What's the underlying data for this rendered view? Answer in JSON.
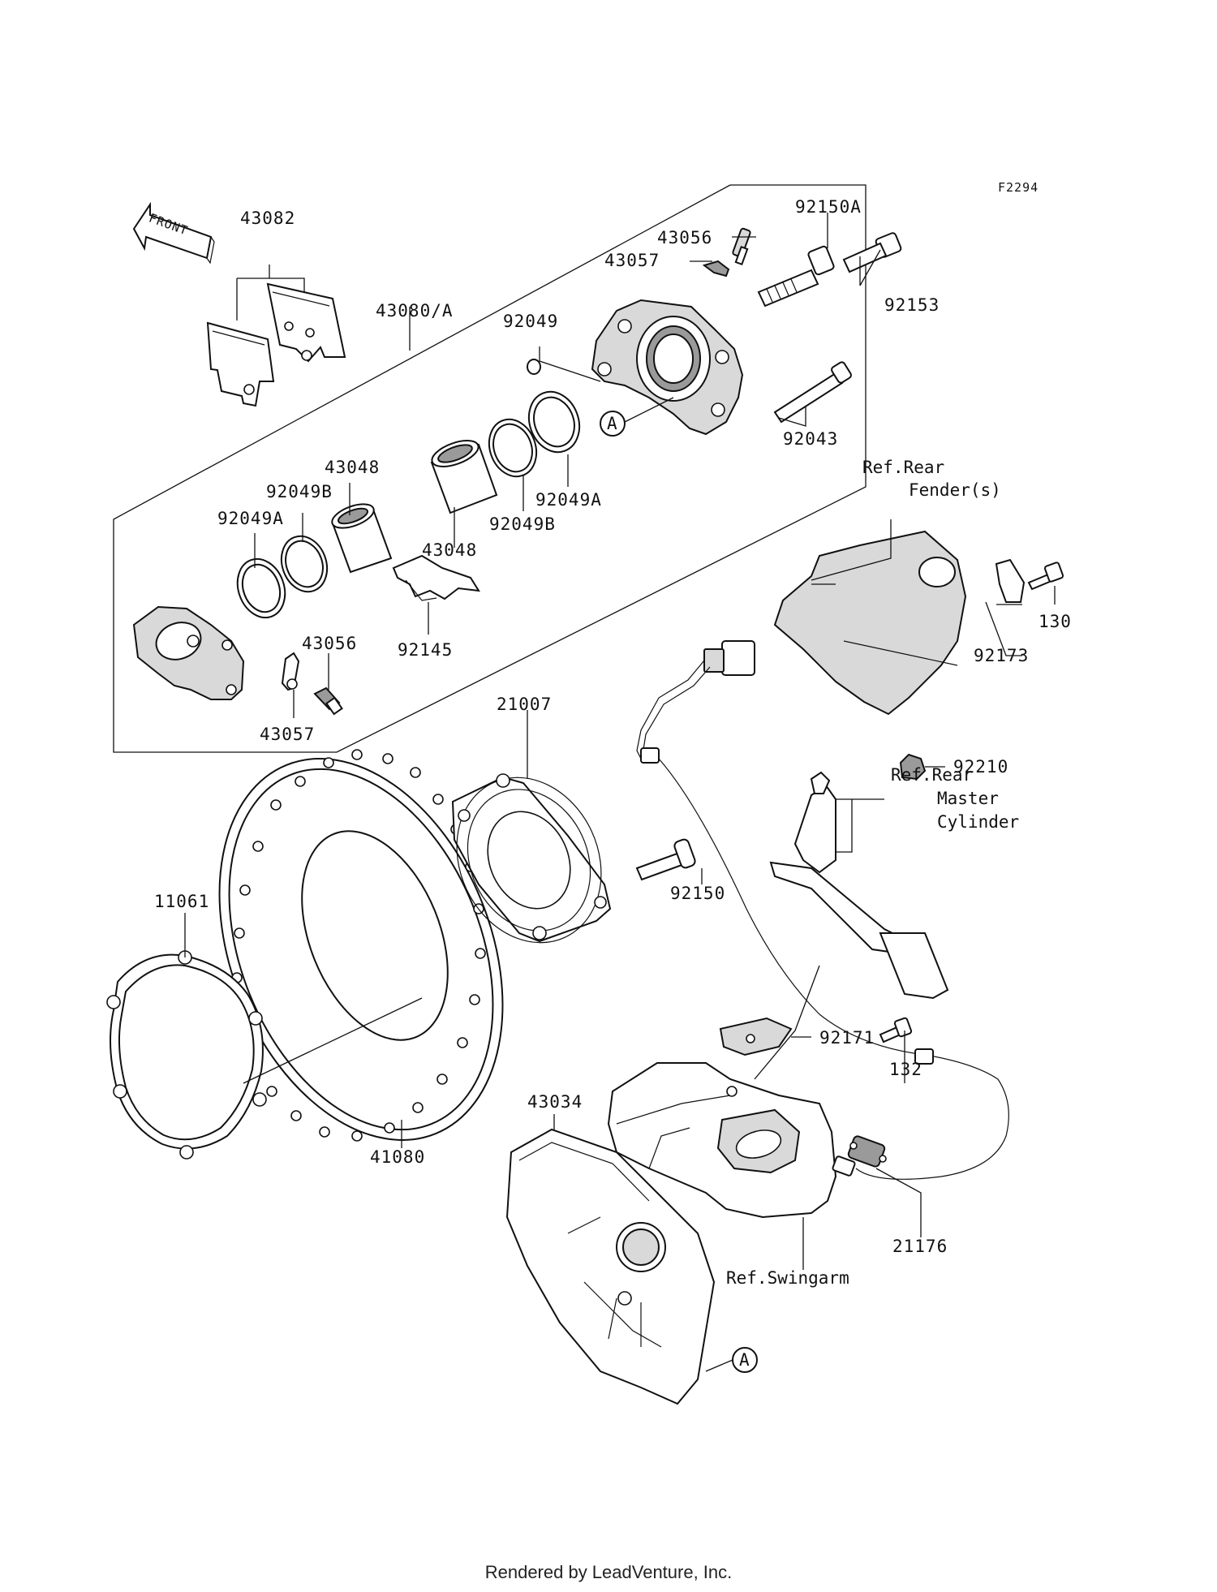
{
  "figure_code": "F2294",
  "direction_arrow": "FRONT",
  "callouts": {
    "c43082": "43082",
    "c43080A": "43080/A",
    "c92150A": "92150A",
    "c43056a": "43056",
    "c43057a": "43057",
    "c92153": "92153",
    "c92049": "92049",
    "c92043": "92043",
    "cA1": "A",
    "c43048a": "43048",
    "c92049Ba": "92049B",
    "c92049Aa": "92049A",
    "c43048b": "43048",
    "c92049Bb": "92049B",
    "c92049Ab": "92049A",
    "c92145": "92145",
    "c43056b": "43056",
    "c43057b": "43057",
    "c130": "130",
    "c92173": "92173",
    "c92210": "92210",
    "c21007": "21007",
    "c92150": "92150",
    "c11061": "11061",
    "c41080": "41080",
    "c92171": "92171",
    "c132": "132",
    "c43034": "43034",
    "c21176": "21176",
    "cA2": "A"
  },
  "references": {
    "rear_fender_1": "Ref.Rear",
    "rear_fender_2": "Fender(s)",
    "master_cyl_1": "Ref.Rear",
    "master_cyl_2": "Master",
    "master_cyl_3": "Cylinder",
    "swingarm": "Ref.Swingarm"
  },
  "footer": "Rendered by LeadVenture, Inc."
}
